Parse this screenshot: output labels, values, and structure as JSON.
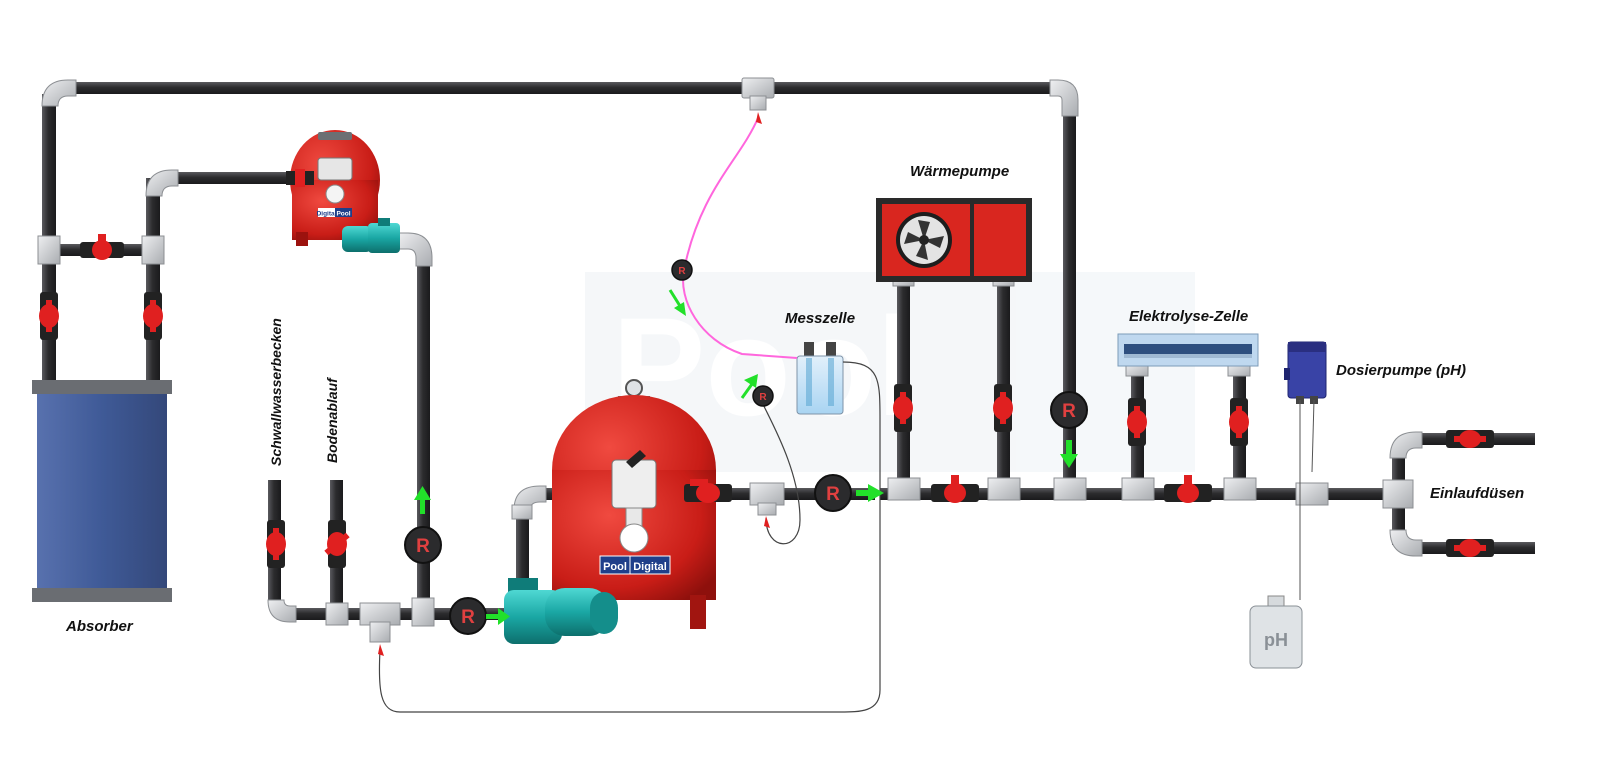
{
  "labels": {
    "absorber": "Absorber",
    "schwallwasserbecken": "Schwallwasserbecken",
    "bodenablauf": "Bodenablauf",
    "waermepumpe": "Wärmepumpe",
    "messzelle": "Messzelle",
    "elektrolyse": "Elektrolyse-Zelle",
    "dosierpumpe": "Dosierpumpe (pH)",
    "einlaufduesen": "Einlaufdüsen"
  },
  "filter_logo": {
    "left": "Pool",
    "right": "Digital"
  },
  "small_filter_logo": {
    "left": "Digital",
    "right": "Pool"
  },
  "canister_label": "pH",
  "check_valve_letter": "R",
  "colors": {
    "pipe": "#3a3a3c",
    "fitting": "#d4d6d9",
    "tank_red": "#d8261f",
    "pump_teal": "#1fb3b0",
    "absorber_blue": "#4a63a0",
    "flow_arrow": "#22e02a",
    "sample_tube": "#ff66dd",
    "valve_red": "#e02020"
  }
}
